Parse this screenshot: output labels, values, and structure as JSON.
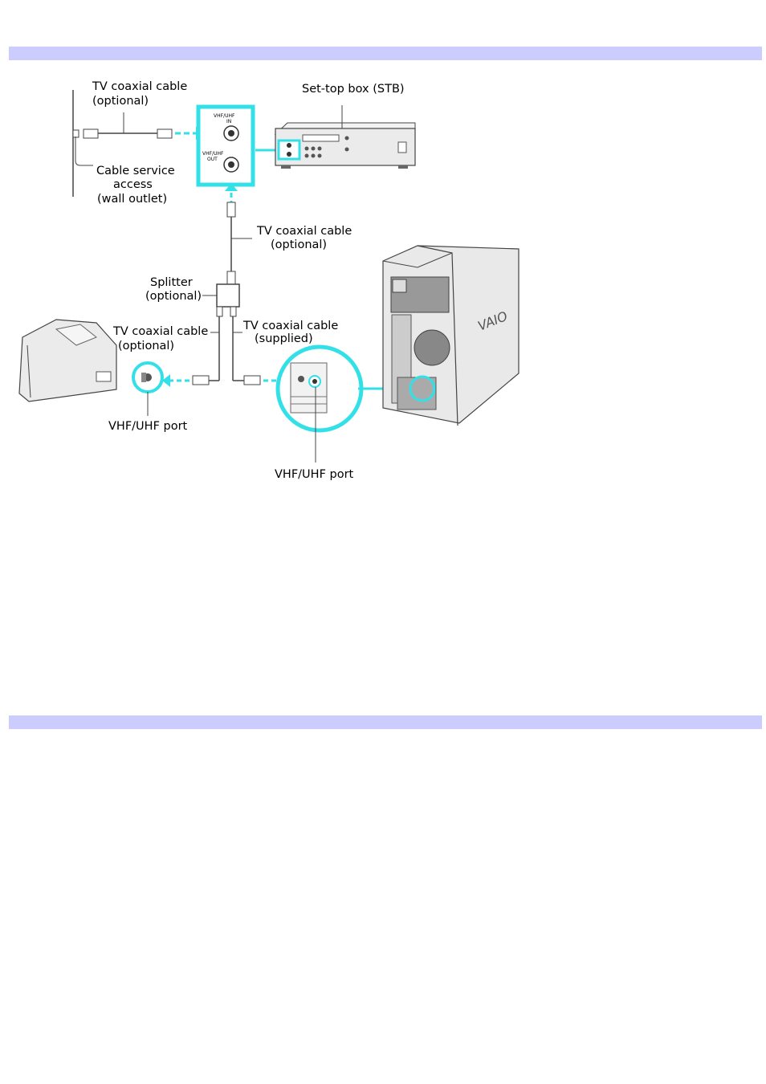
{
  "colors": {
    "accent": "#33e0e8",
    "band": "#ccccff",
    "line": "#555555",
    "device_fill": "#ebebeb"
  },
  "labels": {
    "wall_cable_l1": "TV coaxial cable",
    "wall_cable_l2": "(optional)",
    "stb": "Set-top box (STB)",
    "wall_outlet_l1": "Cable service",
    "wall_outlet_l2": "access",
    "wall_outlet_l3": "(wall outlet)",
    "mid_cable_l1": "TV coaxial cable",
    "mid_cable_l2": "(optional)",
    "splitter_l1": "Splitter",
    "splitter_l2": "(optional)",
    "tv_cable_l1": "TV coaxial cable",
    "tv_cable_l2": "(optional)",
    "pc_cable_l1": "TV coaxial cable",
    "pc_cable_l2": "(supplied)",
    "tv_port": "VHF/UHF port",
    "pc_port": "VHF/UHF port"
  },
  "stb_panel": {
    "in_l1": "VHF/UHF",
    "in_l2": "IN",
    "out_l1": "VHF/UHF",
    "out_l2": "OUT"
  },
  "icons": [
    "wall-outlet-icon",
    "set-top-box-icon",
    "splitter-icon",
    "tv-icon",
    "computer-tower-icon",
    "coaxial-connector-icon",
    "vaio-logo"
  ]
}
